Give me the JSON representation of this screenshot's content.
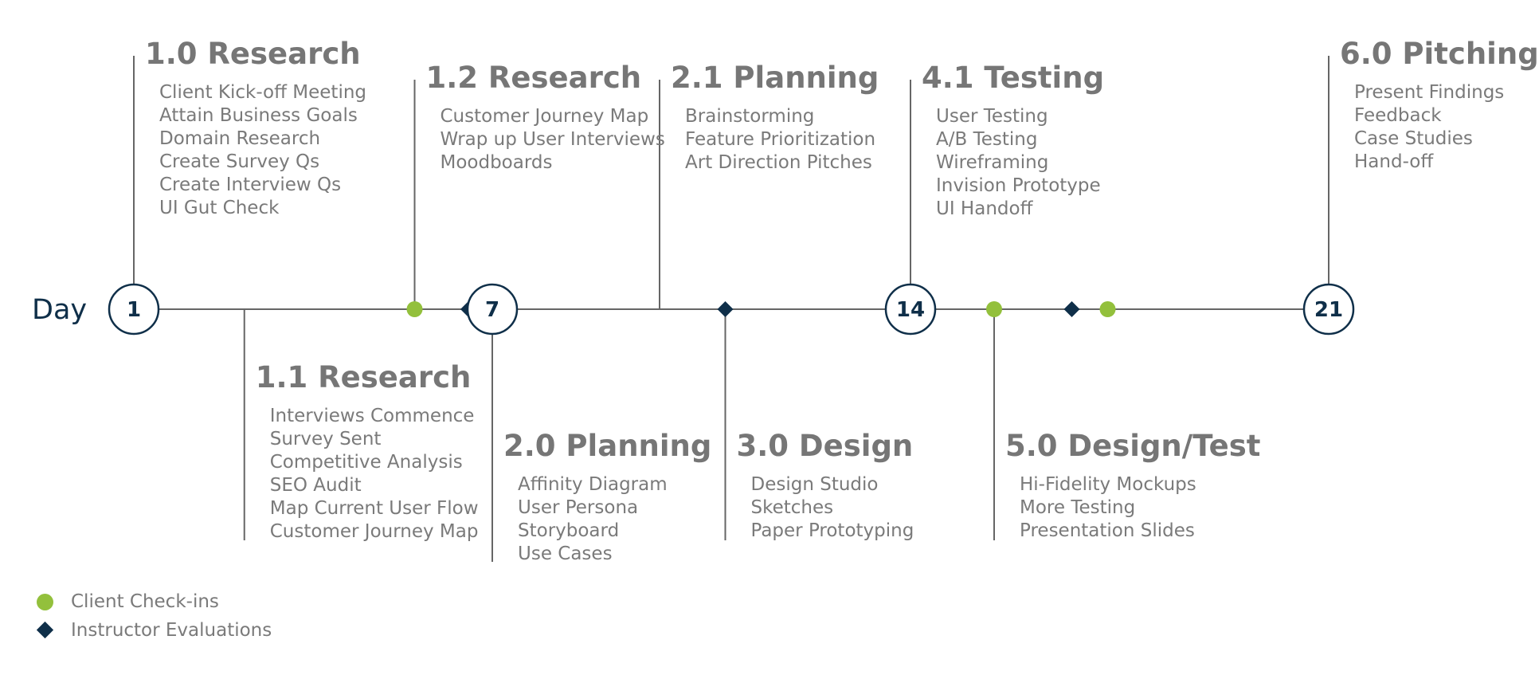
{
  "day_label": "Day",
  "colors": {
    "line": "#666666",
    "node": "#0f2f49",
    "checkin": "#93c03c",
    "evaluation": "#0f2f49",
    "title": "#767676",
    "task": "#7a7a7a"
  },
  "day_range": [
    1,
    21
  ],
  "day_markers": [
    {
      "day": 1,
      "label": "1"
    },
    {
      "day": 7,
      "label": "7"
    },
    {
      "day": 14,
      "label": "14"
    },
    {
      "day": 21,
      "label": "21"
    }
  ],
  "client_checkins": [
    {
      "day": 5.7
    },
    {
      "day": 15.4
    },
    {
      "day": 17.3
    }
  ],
  "instructor_evaluations": [
    {
      "day": 6.6
    },
    {
      "day": 10.9
    },
    {
      "day": 16.7
    }
  ],
  "phases": [
    {
      "title": "1.0 Research",
      "side": "above",
      "day": 1,
      "tasks": [
        "Client Kick-off Meeting",
        "Attain Business Goals",
        "Domain Research",
        "Create Survey Qs",
        "Create Interview Qs",
        "UI Gut Check"
      ]
    },
    {
      "title": "1.1 Research",
      "side": "below",
      "day": 2.85,
      "tasks": [
        "Interviews Commence",
        "Survey Sent",
        "Competitive Analysis",
        "SEO Audit",
        "Map Current User Flow",
        "Customer Journey Map"
      ]
    },
    {
      "title": "1.2 Research",
      "side": "above",
      "day": 5.7,
      "tasks": [
        "Customer Journey Map",
        "Wrap up User Interviews",
        "Moodboards"
      ]
    },
    {
      "title": "2.0 Planning",
      "side": "below",
      "day": 7,
      "tasks": [
        "Affinity Diagram",
        "User Persona",
        "Storyboard",
        "Use Cases"
      ]
    },
    {
      "title": "2.1 Planning",
      "side": "above",
      "day": 9.8,
      "tasks": [
        "Brainstorming",
        "Feature Prioritization",
        "Art Direction Pitches"
      ]
    },
    {
      "title": "3.0 Design",
      "side": "below",
      "day": 10.9,
      "tasks": [
        "Design Studio",
        "Sketches",
        "Paper Prototyping"
      ]
    },
    {
      "title": "4.1 Testing",
      "side": "above",
      "day": 14,
      "tasks": [
        "User Testing",
        "A/B Testing",
        "Wireframing",
        "Invision Prototype",
        "UI Handoff"
      ]
    },
    {
      "title": "5.0 Design/Test",
      "side": "below",
      "day": 15.4,
      "tasks": [
        "Hi-Fidelity Mockups",
        "More Testing",
        "Presentation Slides"
      ]
    },
    {
      "title": "6.0 Pitching",
      "side": "above",
      "day": 21,
      "tasks": [
        "Present Findings",
        "Feedback",
        "Case Studies",
        "Hand-off"
      ]
    }
  ],
  "legend": [
    {
      "marker": "dot",
      "label": "Client Check-ins"
    },
    {
      "marker": "diamond",
      "label": "Instructor Evaluations"
    }
  ]
}
